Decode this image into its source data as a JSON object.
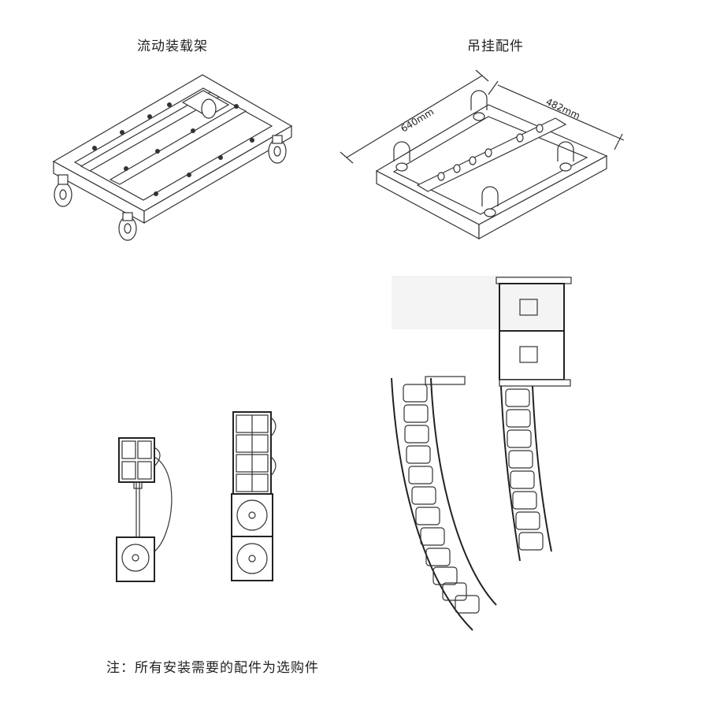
{
  "titles": {
    "cart": "流动装载架",
    "rigging": "吊挂配件"
  },
  "dimensions": {
    "length": "640mm",
    "width": "482mm"
  },
  "footnote": "注：所有安装需要的配件为选购件"
}
